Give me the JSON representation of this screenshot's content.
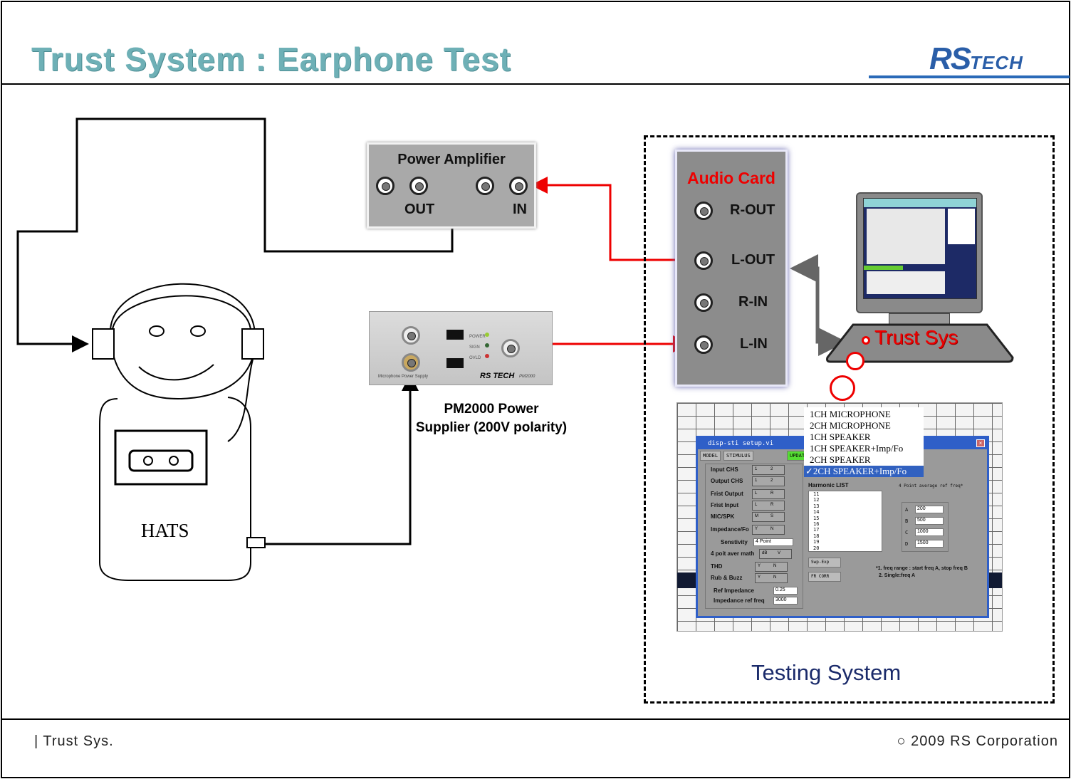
{
  "header": {
    "title": "Trust System : Earphone Test",
    "logo_main": "RS",
    "logo_sub": "TECH",
    "brand_color": "#2a5ea8",
    "title_color": "#6eb0b6"
  },
  "power_amplifier": {
    "title": "Power Amplifier",
    "out_label": "OUT",
    "in_label": "IN"
  },
  "audio_card": {
    "title": "Audio Card",
    "ports": [
      "R-OUT",
      "L-OUT",
      "R-IN",
      "L-IN"
    ]
  },
  "hats": {
    "label": "HATS"
  },
  "pm2000": {
    "caption_line1": "PM2000  Power",
    "caption_line2": "Supplier  (200V polarity)",
    "panel_brand": "RS TECH",
    "panel_model": "PM2000",
    "panel_name": "Microphone Power Supply",
    "leds": [
      "POWER",
      "SIGN",
      "OVLD"
    ]
  },
  "pc": {
    "label": "Trust Sys"
  },
  "testing_system": {
    "label": "Testing  System"
  },
  "software": {
    "window_title": "disp-sti setup.vi",
    "tabs": [
      "MODEL",
      "STIMULUS"
    ],
    "update_button": "UPDATE",
    "dropdown_options": [
      "1CH   MICROPHONE",
      "2CH   MICROPHONE",
      "1CH   SPEAKER",
      "1CH   SPEAKER+Imp/Fo",
      "2CH   SPEAKER",
      "2CH   SPEAKER+Imp/Fo"
    ],
    "dropdown_selected": "✓2CH   SPEAKER+Imp/Fo",
    "fields": [
      {
        "label": "Input CHS",
        "opts": [
          "1",
          "2"
        ]
      },
      {
        "label": "Output CHS",
        "opts": [
          "1",
          "2"
        ]
      },
      {
        "label": "Frist Output",
        "opts": [
          "L",
          "R"
        ]
      },
      {
        "label": "Frist Input",
        "opts": [
          "L",
          "R"
        ]
      },
      {
        "label": "MIC/SPK",
        "opts": [
          "M",
          "S"
        ]
      },
      {
        "label": "Impedance/Fo",
        "opts": [
          "Y",
          "N"
        ]
      },
      {
        "label": "Senstivity",
        "value": "4 Point"
      },
      {
        "label": "4 poit aver math",
        "opts": [
          "dB",
          "V"
        ]
      },
      {
        "label": "THD",
        "opts": [
          "Y",
          "N"
        ]
      },
      {
        "label": "Rub & Buzz",
        "opts": [
          "Y",
          "N"
        ]
      },
      {
        "label": "Ref Impedance",
        "value": "0.25"
      },
      {
        "label": "Impedance ref freq",
        "value": "3000"
      }
    ],
    "harmonic_title": "Harmonic LIST",
    "harmonic_items": [
      "11",
      "12",
      "13",
      "14",
      "15",
      "16",
      "17",
      "18",
      "19",
      "20"
    ],
    "avg_title": "4 Point average ref freq*",
    "freqs": [
      {
        "k": "A",
        "v": "200"
      },
      {
        "k": "B",
        "v": "500"
      },
      {
        "k": "C",
        "v": "1000"
      },
      {
        "k": "D",
        "v": "1500"
      }
    ],
    "buttons": [
      "Swp-Exp",
      "FR CORR"
    ],
    "note1": "*1. freq range : start freq A, stop freq B",
    "note2": "2. Single:freq A"
  },
  "footer": {
    "left": "| Trust  Sys.",
    "right": "○ 2009 RS Corporation"
  }
}
